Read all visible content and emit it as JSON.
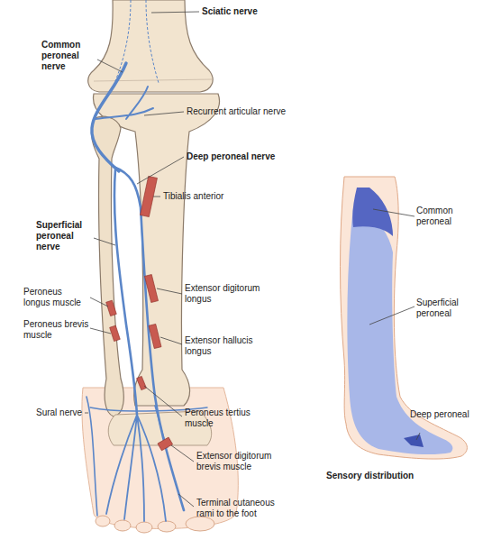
{
  "diagram": {
    "labels": [
      "Sciatic nerve",
      "Common peroneal nerve",
      "Recurrent articular nerve",
      "Deep peroneal nerve",
      "Tibialis anterior",
      "Superficial peroneal nerve",
      "Peroneus longus muscle",
      "Peroneus brevis muscle",
      "Extensor digitorum longus",
      "Extensor hallucis longus",
      "Sural nerve",
      "Peroneus tertius muscle",
      "Extensor digitorum brevis muscle",
      "Terminal cutaneous rami to the foot",
      "Common peroneal",
      "Superficial peroneal",
      "Deep peroneal",
      "Sensory distribution"
    ]
  }
}
